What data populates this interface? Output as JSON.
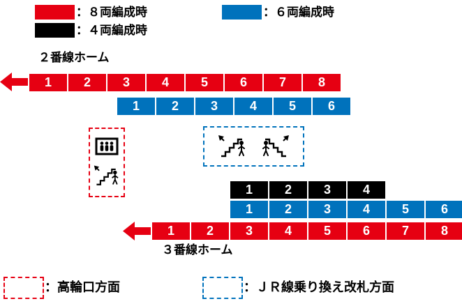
{
  "colors": {
    "red": "#e60012",
    "blue": "#0072bc",
    "black": "#000000"
  },
  "legend": {
    "eight_label": "：８両編成時",
    "six_label": "：６両編成時",
    "four_label": "：４両編成時"
  },
  "platform2": {
    "label": "２番線ホーム",
    "red_cars": [
      "1",
      "2",
      "3",
      "4",
      "5",
      "6",
      "7",
      "8"
    ],
    "blue_cars": [
      "1",
      "2",
      "3",
      "4",
      "5",
      "6"
    ]
  },
  "platform3": {
    "label": "３番線ホーム",
    "black_cars": [
      "1",
      "2",
      "3",
      "4"
    ],
    "blue_cars": [
      "1",
      "2",
      "3",
      "4",
      "5",
      "6"
    ],
    "red_cars": [
      "1",
      "2",
      "3",
      "4",
      "5",
      "6",
      "7",
      "8"
    ]
  },
  "facilities": {
    "elevator_icon": "elevator",
    "escalator_icon": "escalator-stairs"
  },
  "bottom_legend": {
    "takanawa_label": "：高輪口方面",
    "jr_label": "：ＪＲ線乗り換え改札方面"
  }
}
